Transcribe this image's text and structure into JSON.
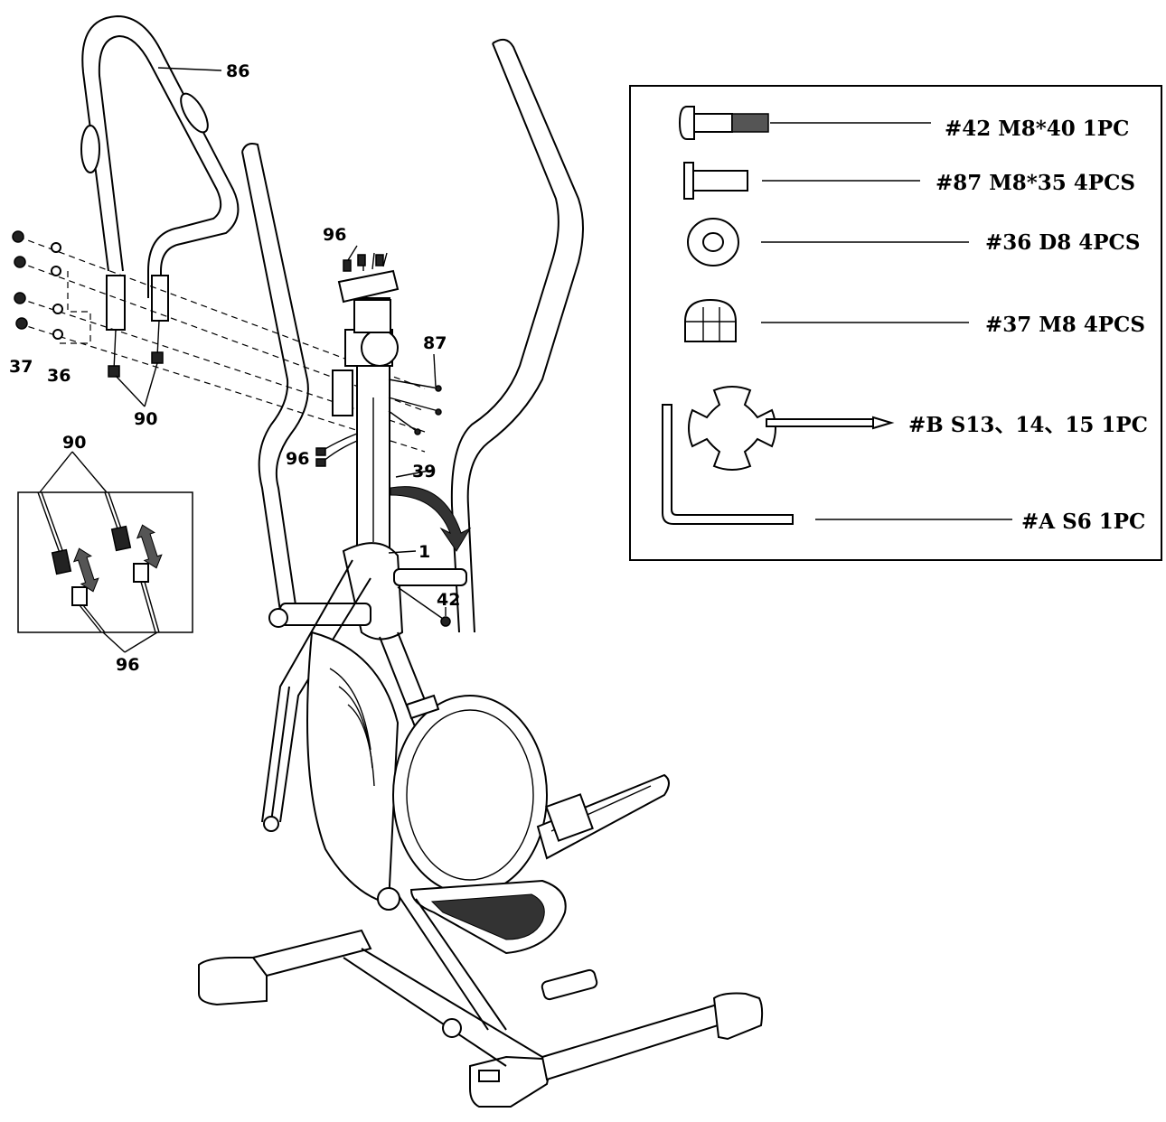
{
  "callouts": {
    "c86": "86",
    "c96_top": "96",
    "c87": "87",
    "c37": "37",
    "c36": "36",
    "c90": "90",
    "c96_mid": "96",
    "c39": "39",
    "c1": "1",
    "c42": "42"
  },
  "inset": {
    "top_label": "90",
    "bottom_label": "96"
  },
  "hardware": [
    {
      "label": "#42 M8*40  1PC",
      "icon": "bolt-threaded-icon"
    },
    {
      "label": "#87 M8*35  4PCS",
      "icon": "bolt-icon"
    },
    {
      "label": "#36 D8 4PCS",
      "icon": "washer-icon"
    },
    {
      "label": "#37 M8 4PCS",
      "icon": "cap-nut-icon"
    },
    {
      "label": "#B S13、14、15 1PC",
      "icon": "wrench-icon"
    },
    {
      "label": "#A S6 1PC",
      "icon": "allen-key-icon"
    }
  ]
}
